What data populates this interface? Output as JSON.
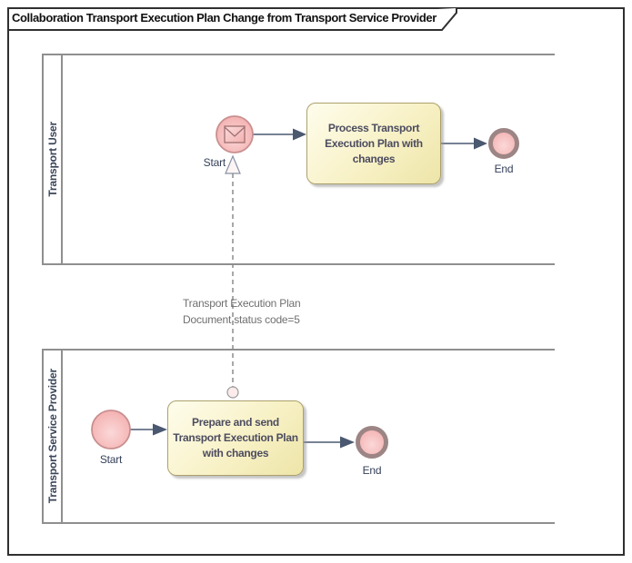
{
  "title": "Collaboration Transport Execution Plan Change from Transport Service Provider",
  "pools": [
    {
      "label": "Transport User"
    },
    {
      "label": "Transport Service Provider"
    }
  ],
  "top_lane": {
    "start_event_label": "Start",
    "task": {
      "line1": "Process Transport",
      "line2": "Execution Plan with",
      "line3": "changes"
    },
    "end_event_label": "End"
  },
  "bottom_lane": {
    "start_event_label": "Start",
    "task": {
      "line1": "Prepare and send",
      "line2": "Transport Execution Plan",
      "line3": "with changes"
    },
    "end_event_label": "End"
  },
  "message_flow": {
    "label_line1": "Transport Execution Plan",
    "label_line2": "Document status code=5"
  },
  "colors": {
    "event_fill": "#F5B2B2",
    "start_event_border": "#C98F8F",
    "end_event_border": "#9D8585",
    "task_fill": "#F5EEBF",
    "task_border": "#ACA06C",
    "connector": "#4A5870",
    "pool_border": "#8F8F8F",
    "message_line": "#8C8C8C",
    "frame_border": "#303030"
  }
}
